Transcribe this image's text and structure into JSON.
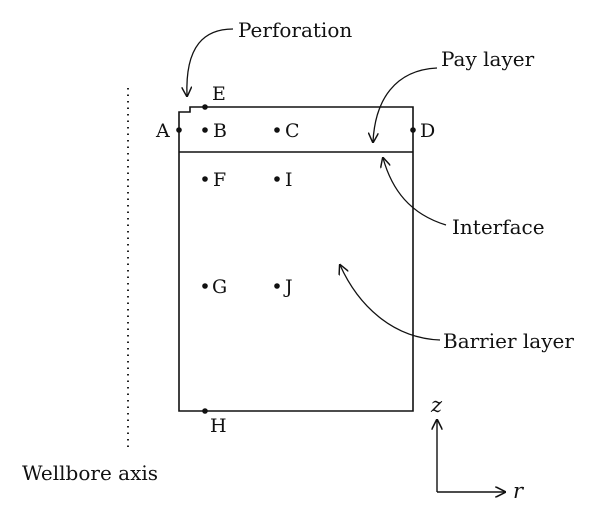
{
  "labels": {
    "perforation": "Perforation",
    "pay_layer": "Pay layer",
    "interface": "Interface",
    "barrier_layer": "Barrier layer",
    "wellbore_axis": "Wellbore axis"
  },
  "points": {
    "A": "A",
    "B": "B",
    "C": "C",
    "D": "D",
    "E": "E",
    "F": "F",
    "G": "G",
    "H": "H",
    "I": "I",
    "J": "J"
  },
  "axes": {
    "z": "z",
    "r": "r"
  }
}
